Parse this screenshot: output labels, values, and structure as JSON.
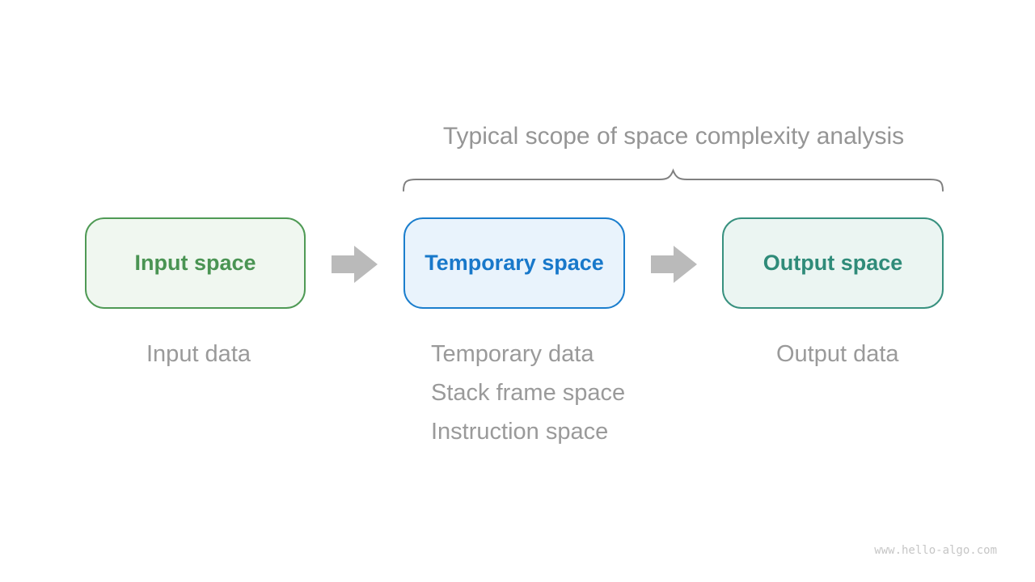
{
  "diagram": {
    "title": "Typical scope of space complexity analysis",
    "colors": {
      "background": "#ffffff",
      "title_text": "#959595",
      "brace": "#808080",
      "arrow": "#bababa",
      "note_text": "#9a9a9a",
      "watermark_text": "#c6c6c6"
    },
    "boxes": [
      {
        "id": "input-space",
        "label": "Input space",
        "border": "#4f9a55",
        "fill": "#f0f7f0",
        "text_color": "#4a9453"
      },
      {
        "id": "temporary-space",
        "label": "Temporary space",
        "border": "#1b7ecd",
        "fill": "#e9f3fc",
        "text_color": "#1878ca"
      },
      {
        "id": "output-space",
        "label": "Output space",
        "border": "#38917f",
        "fill": "#ebf5f2",
        "text_color": "#2f8b79"
      }
    ],
    "notes": {
      "input": [
        "Input data"
      ],
      "temporary": [
        "Temporary data",
        "Stack frame space",
        "Instruction space"
      ],
      "output": [
        "Output data"
      ]
    },
    "watermark": "www.hello-algo.com"
  }
}
